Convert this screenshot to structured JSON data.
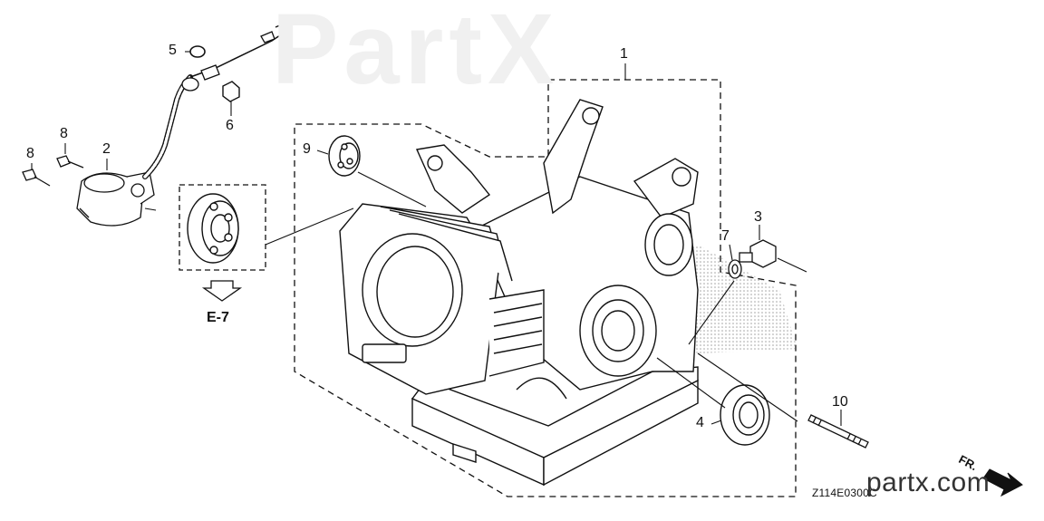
{
  "callouts": [
    "1",
    "2",
    "3",
    "4",
    "5",
    "6",
    "7",
    "8",
    "8",
    "9",
    "10"
  ],
  "reference": "E-7",
  "diagram_code": "Z114E0300C",
  "watermark_text": "partx.com",
  "watermark_big": "PartX",
  "direction_label": "FR.",
  "colors": {
    "line": "#111111",
    "halftone": "#9a9a9a",
    "background": "#ffffff"
  }
}
